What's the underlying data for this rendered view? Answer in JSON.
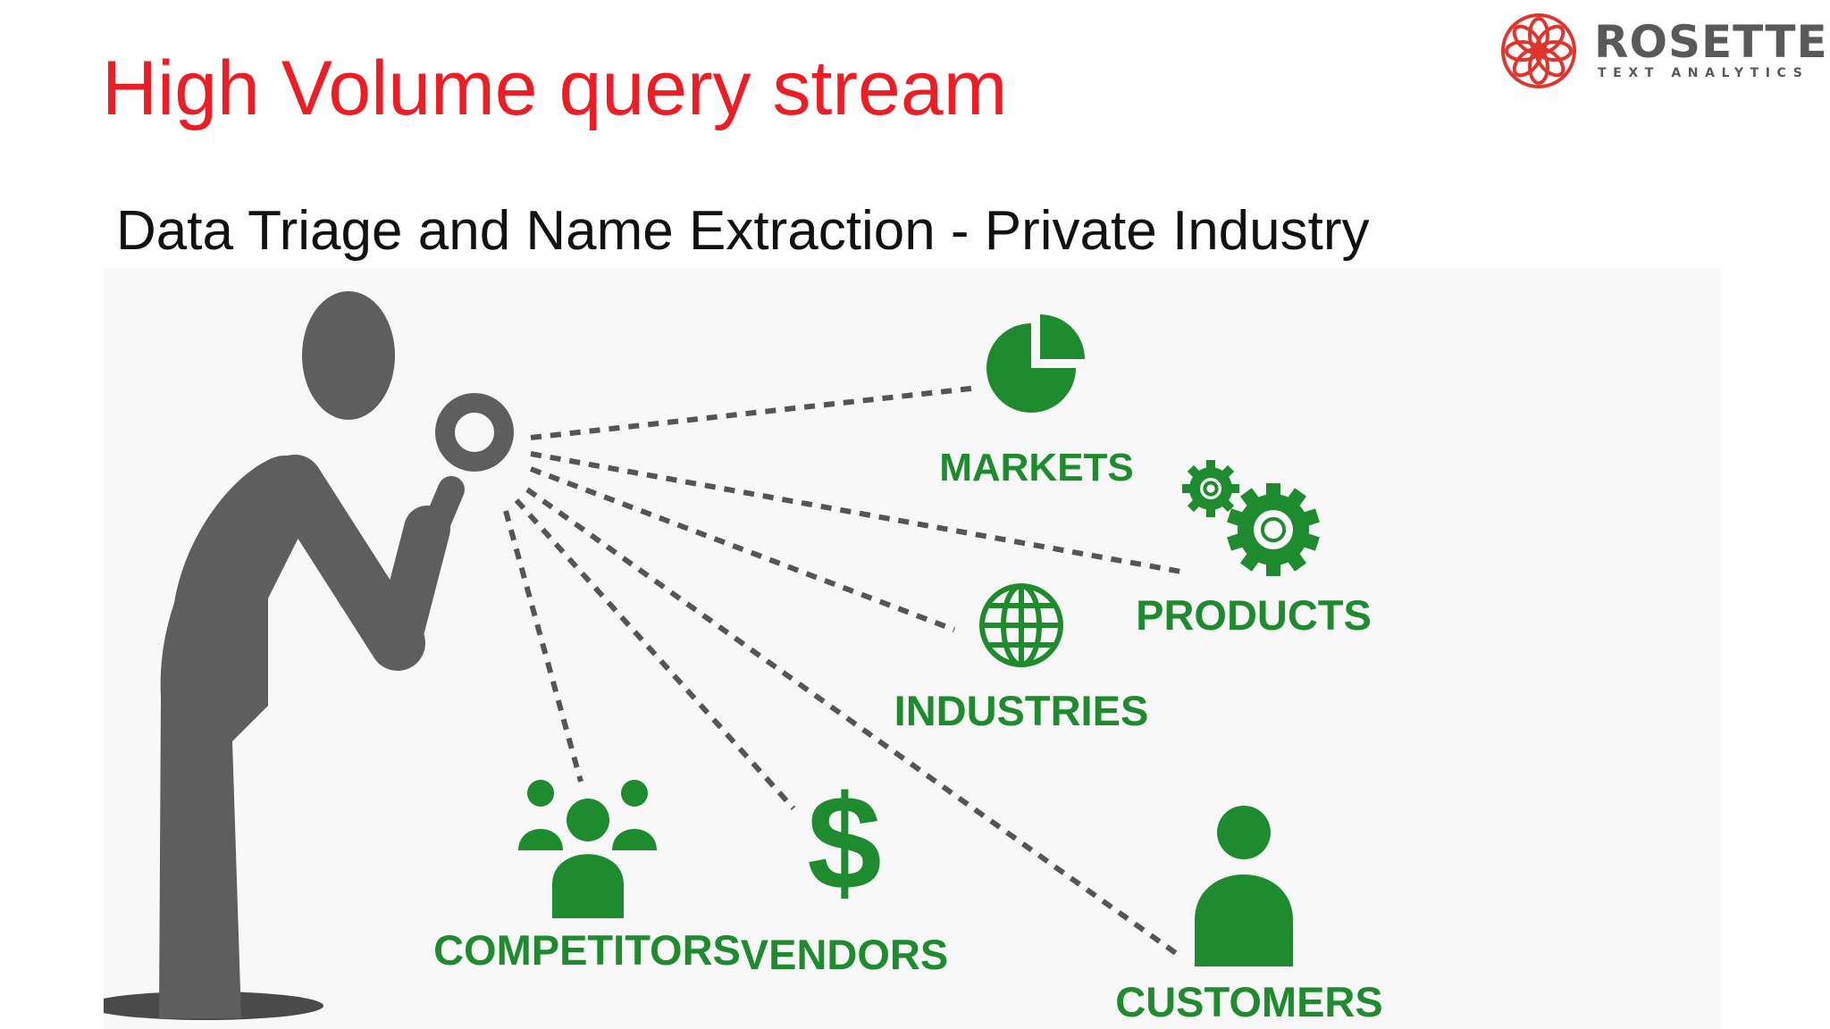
{
  "slide": {
    "title": "High Volume query stream",
    "subtitle": "Data Triage and Name Extraction - Private Industry"
  },
  "logo": {
    "word": "ROSETTE",
    "tagline": "TEXT ANALYTICS",
    "icon": "rosette-flower-icon"
  },
  "colors": {
    "title": "#ee1c25",
    "brand_red": "#e0342c",
    "logo_gray": "#58595b",
    "green": "#1e8b2f",
    "figure_gray": "#5e5e5e"
  },
  "diagram": {
    "labels": {
      "markets": "MARKETS",
      "products": "PRODUCTS",
      "industries": "INDUSTRIES",
      "competitors": "COMPETITORS",
      "vendors": "VENDORS",
      "customers": "CUSTOMERS"
    },
    "icons": [
      "person-with-magnifier-icon",
      "pie-chart-icon",
      "gears-icon",
      "globe-icon",
      "group-icon",
      "dollar-icon",
      "person-icon"
    ]
  }
}
